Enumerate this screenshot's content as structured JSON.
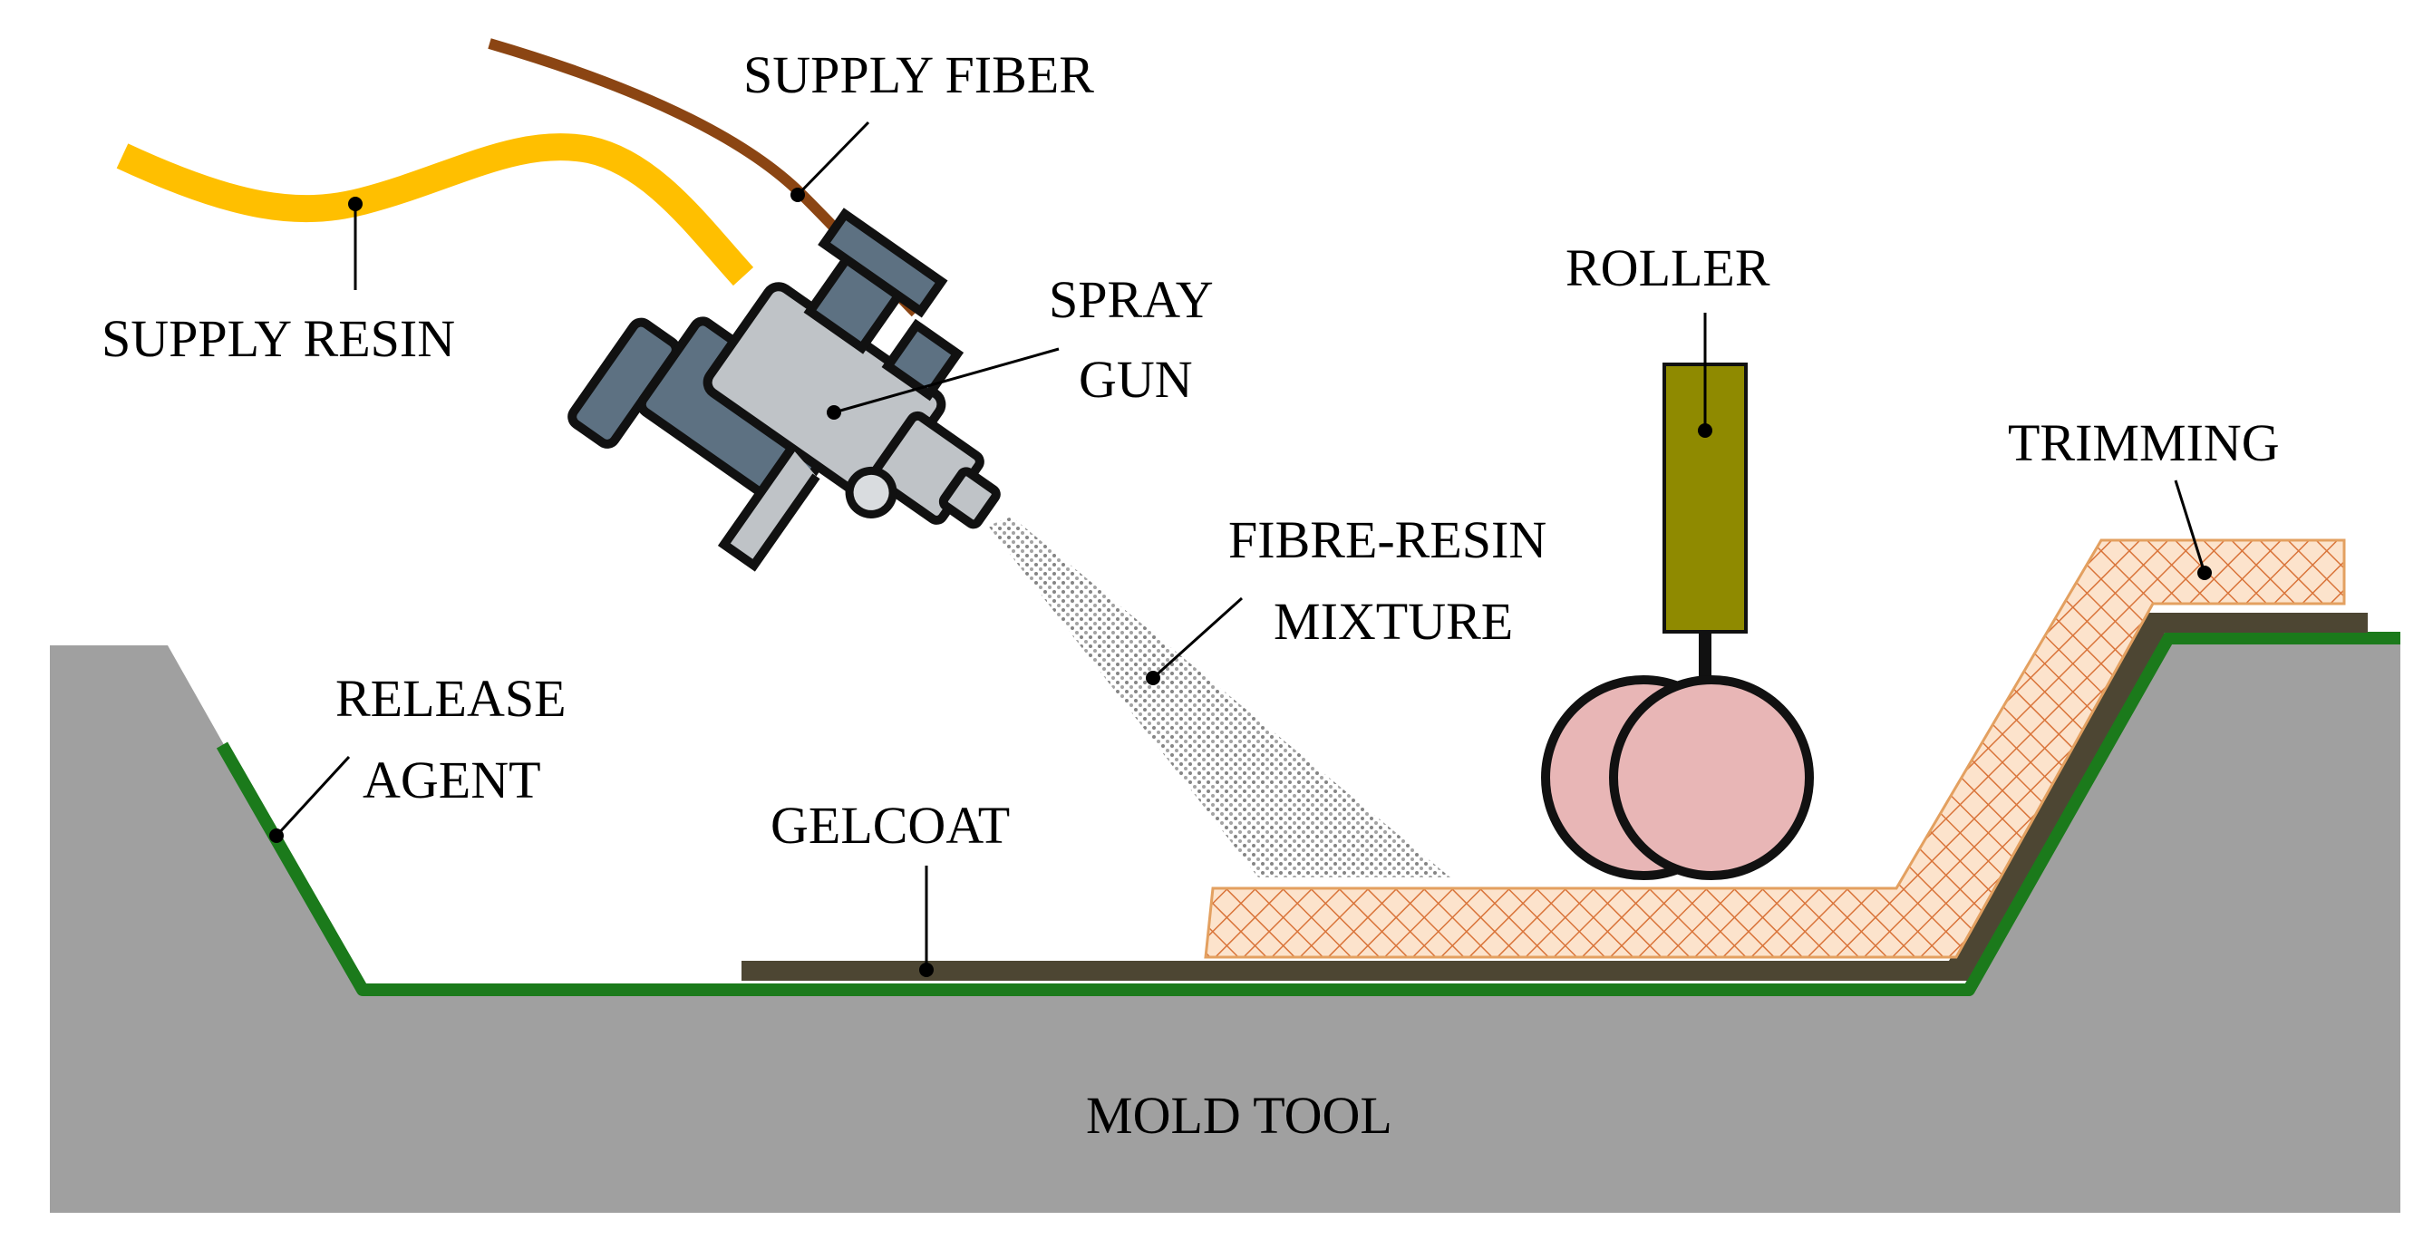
{
  "labels": {
    "supply_fiber": "SUPPLY FIBER",
    "supply_resin": "SUPPLY RESIN",
    "spray_gun_line1": "SPRAY",
    "spray_gun_line2": "GUN",
    "roller": "ROLLER",
    "trimming": "TRIMMING",
    "fibre_resin_line1": "FIBRE-RESIN",
    "fibre_resin_line2": "MIXTURE",
    "release_agent_line1": "RELEASE",
    "release_agent_line2": "AGENT",
    "gelcoat": "GELCOAT",
    "mold_tool": "MOLD TOOL"
  },
  "colors": {
    "mold": "#a0a0a0",
    "release_agent": "#1b7a1b",
    "gelcoat": "#4d4633",
    "fibre_resin_fill": "#fce3cc",
    "fibre_resin_hatch": "#d9743a",
    "resin_hose": "#ffbf00",
    "fiber_hose": "#8b4513",
    "roller_handle": "#8f8a00",
    "roller_drum": "#e8b6b6",
    "spray_gun_body": "#bfc3c7",
    "spray_gun_dark": "#5d7182",
    "spray_particles": "#777777"
  }
}
